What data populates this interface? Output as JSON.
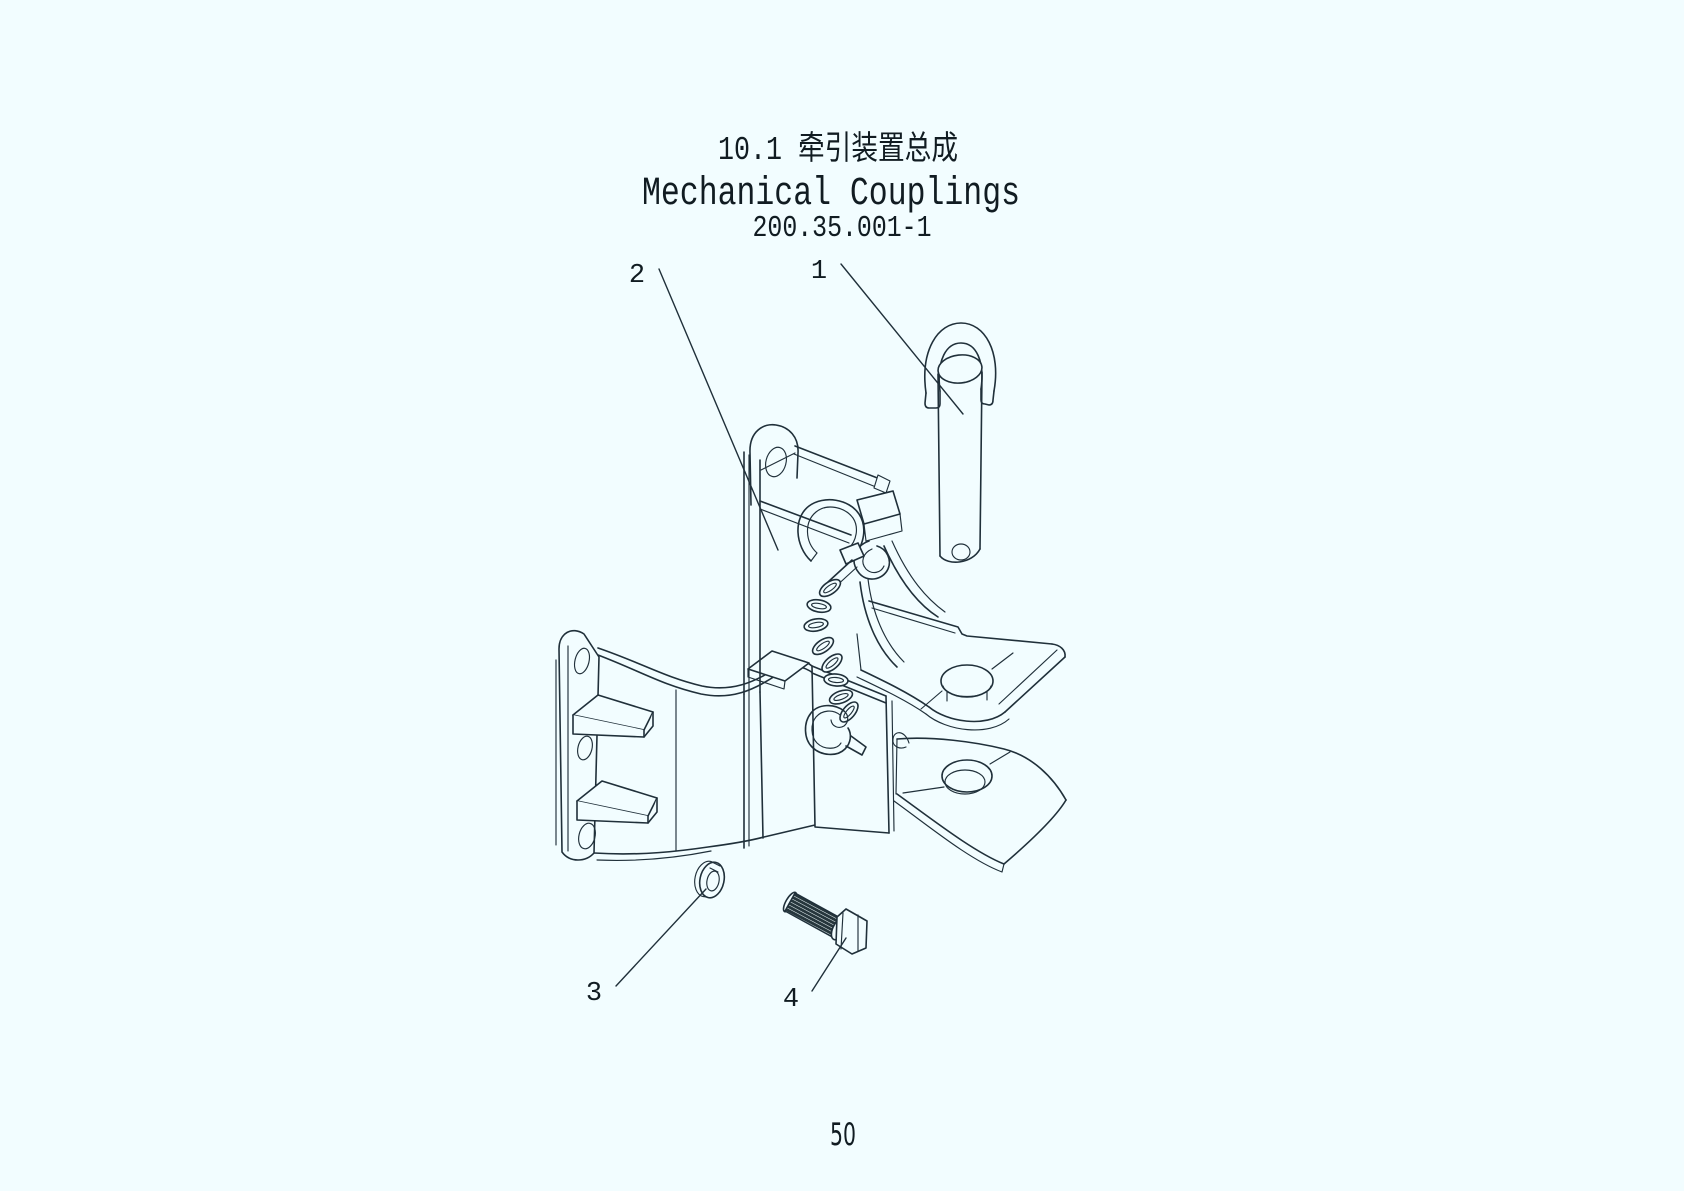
{
  "meta": {
    "background_color": "#f2fdff",
    "ink_color": "#20303a"
  },
  "header": {
    "title_zh": "10.1 牵引装置总成",
    "title_en": "Mechanical Couplings",
    "drawing_number": "200.35.001-1"
  },
  "figure": {
    "type": "exploded-parts-diagram",
    "callouts": [
      {
        "label": "1",
        "part": "hitch-pin-with-grab-handle"
      },
      {
        "label": "2",
        "part": "towing-bracket-body"
      },
      {
        "label": "3",
        "part": "spring-lock-washer"
      },
      {
        "label": "4",
        "part": "hex-head-bolt"
      }
    ]
  },
  "footer": {
    "page_number": "50"
  }
}
